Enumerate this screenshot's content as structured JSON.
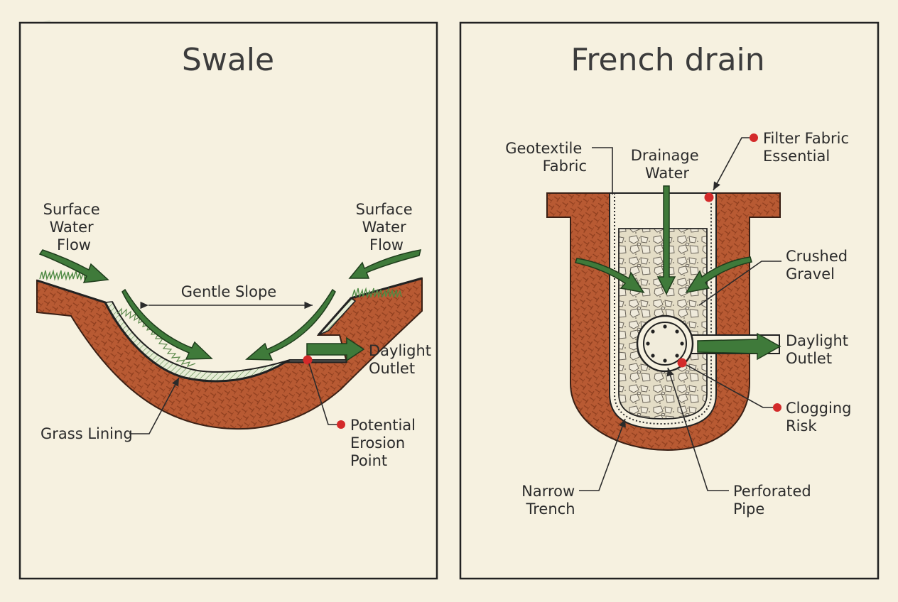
{
  "swale": {
    "title": "Swale",
    "surface_flow_left": [
      "Surface",
      "Water",
      "Flow"
    ],
    "surface_flow_right": [
      "Surface",
      "Water",
      "Flow"
    ],
    "gentle_slope": "Gentle Slope",
    "daylight_outlet": [
      "Daylight",
      "Outlet"
    ],
    "grass_lining": "Grass Lining",
    "erosion_point": [
      "Potential",
      "Erosion",
      "Point"
    ]
  },
  "french_drain": {
    "title": "French drain",
    "geotextile": [
      "Geotextile",
      "Fabric"
    ],
    "drainage_water": [
      "Drainage",
      "Water"
    ],
    "filter_fabric": [
      "Filter Fabric",
      "Essential"
    ],
    "crushed_gravel": [
      "Crushed",
      "Gravel"
    ],
    "daylight_outlet": [
      "Daylight",
      "Outlet"
    ],
    "clogging_risk": [
      "Clogging",
      "Risk"
    ],
    "narrow_trench": [
      "Narrow",
      "Trench"
    ],
    "perforated_pipe": [
      "Perforated",
      "Pipe"
    ]
  },
  "colors": {
    "background": "#f6f1e0",
    "soil": "#b85a33",
    "arrow_green": "#3f7a3a",
    "marker_red": "#d32a2a"
  }
}
